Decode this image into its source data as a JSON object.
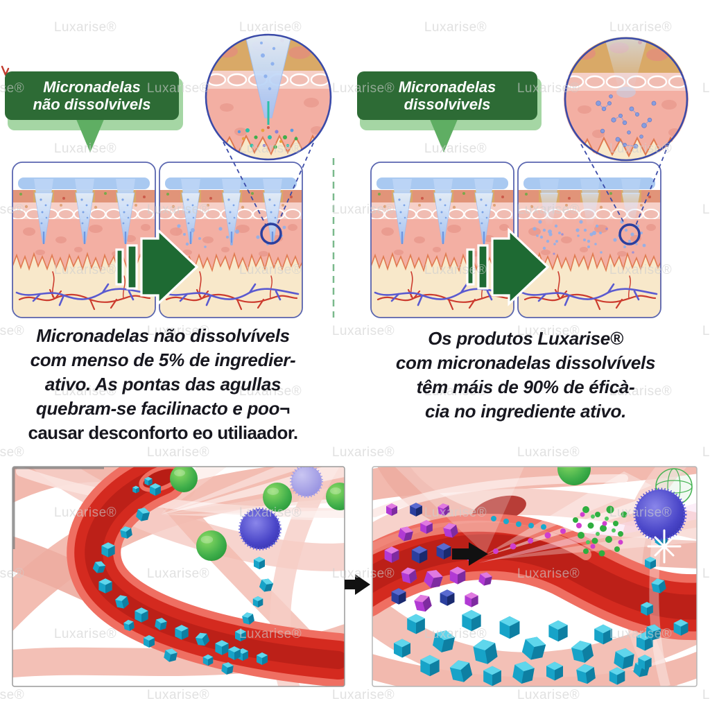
{
  "brand": {
    "watermark": "Luxarise®"
  },
  "left": {
    "banner": {
      "line1": "Micronadelas",
      "line2": "não dissolvivels"
    },
    "description": {
      "lines": [
        "Micronadelas não dissolvívels",
        "com menso de 5% de ingredier-",
        "ativo. As pontas das agullas",
        "quebram-se facilinacto e poo¬",
        "causar desconforto eo utiliaador."
      ]
    }
  },
  "right": {
    "banner": {
      "line1": "Micronadelas",
      "line2": "dissolvivels"
    },
    "description": {
      "lines": [
        "Os produtos Luxarise®",
        "com micronadelas dissolvívels",
        "têm máis de 90% de éficà-",
        "cia no ingrediente ativo."
      ]
    }
  },
  "icons": {
    "green_arrow": "double-bar-right-arrow",
    "black_arrow": "solid-right-arrow",
    "magnifier_circle": "zoom-detail-circle",
    "target_circle": "needle-tip-target-circle"
  },
  "colors": {
    "banner_green": "#2d6b35",
    "banner_shadow_green": "#a5d6a4",
    "pointer_green": "#5fae63",
    "arrow_green": "#1e6a33",
    "divider_green": "#7ab98c",
    "text_dark": "#17171f",
    "banner_text": "#ffffff",
    "watermark_gray": "#cfcfcf",
    "panel_border_blue": "#5a66b0",
    "patch_blue": "#a9c9f1",
    "needle_blue": "#bcd5f6",
    "target_circle_blue": "#2b3f9e",
    "skin_epidermis_tan": "#d9a967",
    "skin_band_pink": "#f6d0c8",
    "skin_dermis_pink": "#f3afa3",
    "skin_hypodermis_cream": "#f8e8ca",
    "vessel_red": "#d42a1f",
    "tissue_pink": "#f2b9ae",
    "particle_cyan": "#19a9cd",
    "particle_magenta": "#c93ec9",
    "particle_green": "#3fae4a",
    "sphere_purple": "#6f6ad4",
    "arrow_black": "#111111"
  }
}
